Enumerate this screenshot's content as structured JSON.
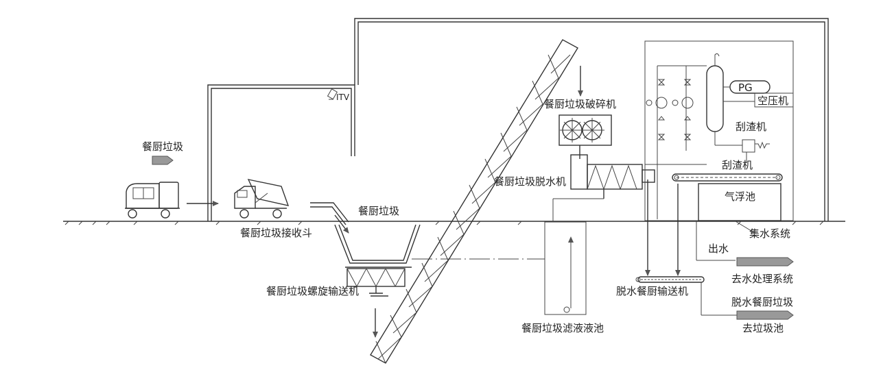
{
  "labels": {
    "food_waste_input": "餐厨垃圾",
    "food_waste_drop": "餐厨垃圾",
    "receiving_hopper": "餐厨垃圾接收斗",
    "screw_conveyor": "餐厨垃圾螺旋输送机",
    "crusher": "餐厨垃圾破碎机",
    "dewatering_machine": "餐厨垃圾脱水机",
    "filtrate_tank": "餐厨垃圾滤液液池",
    "pg": "PG",
    "air_compressor": "空压机",
    "scraper_top": "刮渣机",
    "scraper_bottom": "刮渣机",
    "flotation_tank": "气浮池",
    "water_collection": "集水系统",
    "outflow": "出水",
    "to_water_treatment": "去水处理系统",
    "dewatered_conveyor": "脱水餐厨输送机",
    "dewatered_waste": "脱水餐厨垃圾",
    "to_pit": "去垃圾池",
    "itv": "ITV"
  }
}
